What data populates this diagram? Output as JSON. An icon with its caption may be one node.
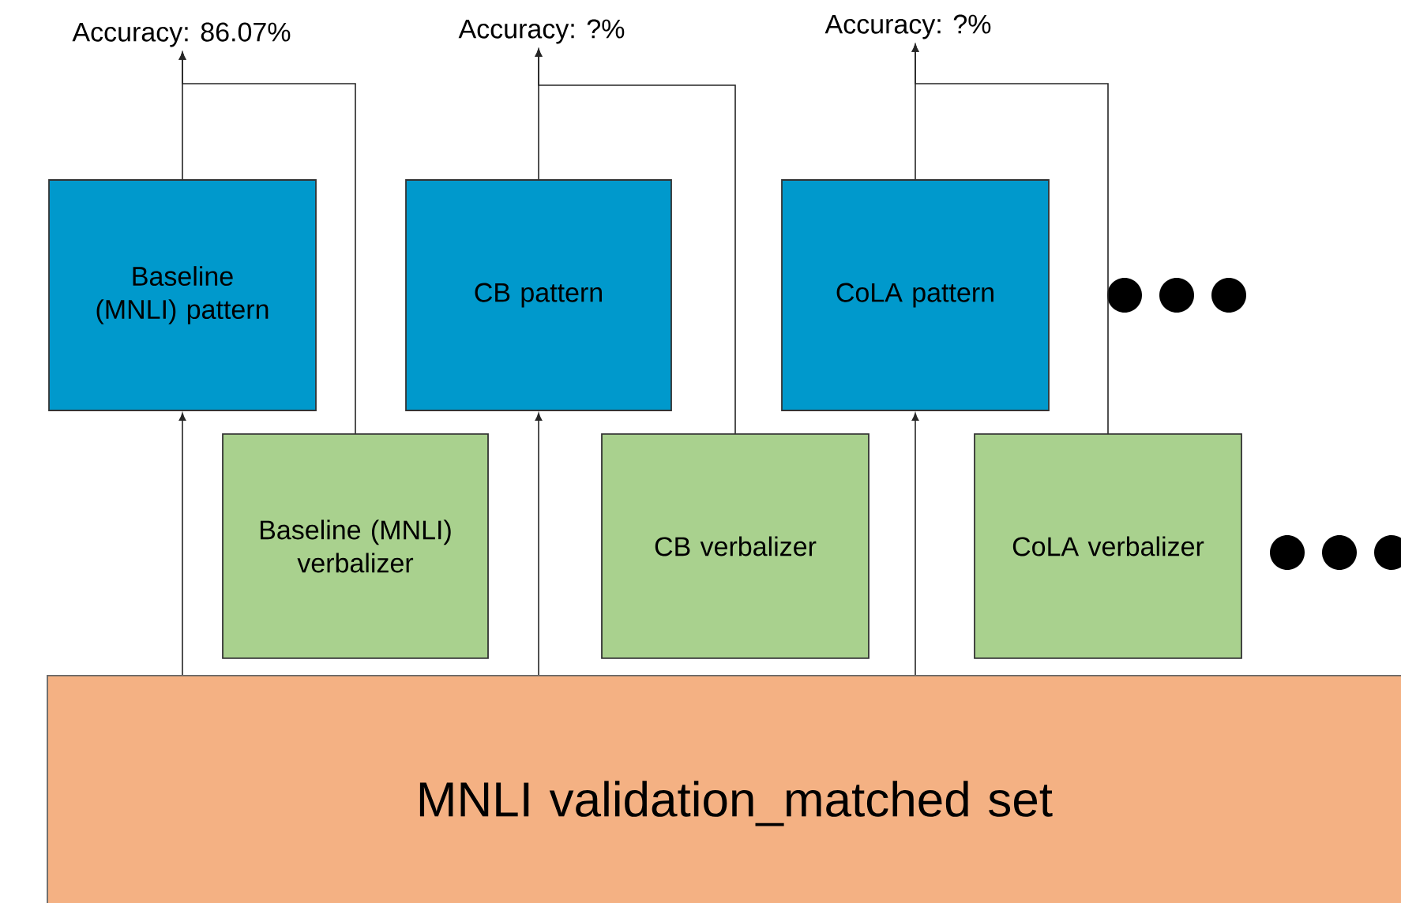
{
  "diagram": {
    "nodes": [
      {
        "text": [
          "Accuracy: 86.07%"
        ]
      },
      {
        "text": [
          "Accuracy: ?%"
        ]
      },
      {
        "text": [
          "Accuracy: ?%"
        ]
      },
      {
        "text": [
          "Baseline (MNLI) pattern"
        ]
      },
      {
        "text": [
          "CB pattern"
        ]
      },
      {
        "text": [
          "CoLA pattern"
        ]
      },
      {
        "text": [
          "Baseline (MNLI) verbalizer"
        ]
      },
      {
        "text": [
          "CB verbalizer"
        ]
      },
      {
        "text": [
          "CoLA verbalizer"
        ]
      },
      {
        "text": [
          "MNLI validation_matched set"
        ]
      }
    ],
    "edges": [
      {
        "from": 9,
        "to": 3,
        "arrow": "to"
      },
      {
        "from": 9,
        "to": 4,
        "arrow": "to"
      },
      {
        "from": 9,
        "to": 5,
        "arrow": "to"
      },
      {
        "from": 3,
        "to": 0,
        "arrow": "to"
      },
      {
        "from": 6,
        "to": 0,
        "arrow": "to"
      },
      {
        "from": 4,
        "to": 1,
        "arrow": "to"
      },
      {
        "from": 7,
        "to": 1,
        "arrow": "to"
      },
      {
        "from": 5,
        "to": 2,
        "arrow": "to"
      },
      {
        "from": 8,
        "to": 2,
        "arrow": "to"
      }
    ]
  }
}
